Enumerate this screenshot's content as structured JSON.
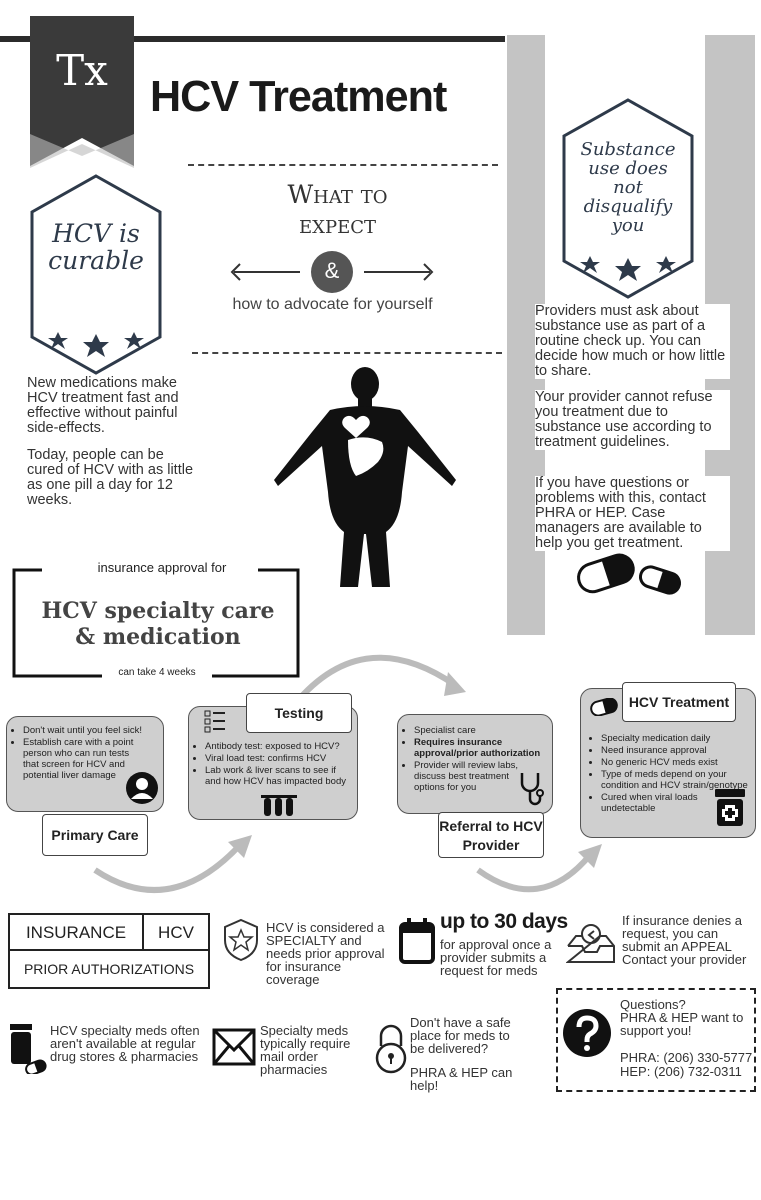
{
  "header": {
    "tx_badge": "Tx",
    "title": "HCV Treatment"
  },
  "intro": {
    "what_to_expect": "What to expect",
    "ampersand": "&",
    "advocate": "how to advocate for yourself"
  },
  "curable": {
    "hex_text": "HCV is curable",
    "para1": "New medications make HCV treatment fast and effective without painful side-effects.",
    "para2": "Today, people can be cured of HCV with as little as one pill a day for 12 weeks."
  },
  "substance": {
    "hex_text": "Substance use does not disqualify you",
    "para1": "Providers must ask about substance use as part of a routine check up. You can decide how much or how little to share.",
    "para2": "Your provider cannot refuse you treatment due to substance use according to treatment guidelines.",
    "para3": "If you have questions or problems with this, contact PHRA or HEP. Case managers are available to help you get treatment."
  },
  "insurance_approval": {
    "top": "insurance approval for",
    "line1": "HCV specialty care",
    "line2": "& medication",
    "bottom": "can take 4 weeks"
  },
  "steps": {
    "primary_care": {
      "label": "Primary Care",
      "items": [
        "Don't wait until you feel sick!",
        "Establish care with a point person who can run tests that screen for HCV and potential liver damage"
      ]
    },
    "testing": {
      "label": "Testing",
      "items": [
        "Antibody test: exposed to HCV?",
        "Viral load test: confirms HCV",
        "Lab work & liver scans to see if and how HCV has impacted body"
      ]
    },
    "referral": {
      "label": "Referral to HCV Provider",
      "items": [
        "Specialist care",
        "Requires insurance approval/prior authorization",
        "Provider will review labs, discuss best treatment options for you"
      ]
    },
    "treatment": {
      "label": "HCV Treatment",
      "items": [
        "Specialty medication daily",
        "Need insurance approval",
        "No generic HCV meds exist",
        "Type of meds depend on your condition and HCV strain/genotype",
        "Cured when viral loads undetectable"
      ]
    }
  },
  "prior_auth": {
    "insurance": "INSURANCE",
    "hcv": "HCV",
    "prior": "PRIOR AUTHORIZATIONS"
  },
  "facts": {
    "specialty": "HCV is considered a SPECIALTY and needs prior approval for insurance coverage",
    "days_big": "up to 30 days",
    "days_small": "for approval once a provider submits a request for meds",
    "appeal": "If insurance denies a request, you can submit an APPEAL Contact your provider",
    "drugstores": "HCV specialty meds often aren't available at regular drug stores & pharmacies",
    "mail": "Specialty meds typically require mail order pharmacies",
    "safe_place": "Don't have a safe place for meds to be delivered?",
    "safe_help": "PHRA & HEP can help!"
  },
  "contact": {
    "q": "Questions?",
    "support": "PHRA & HEP want to support you!",
    "phra": "PHRA: (206) 330-5777",
    "hep": "HEP: (206) 732-0311"
  }
}
